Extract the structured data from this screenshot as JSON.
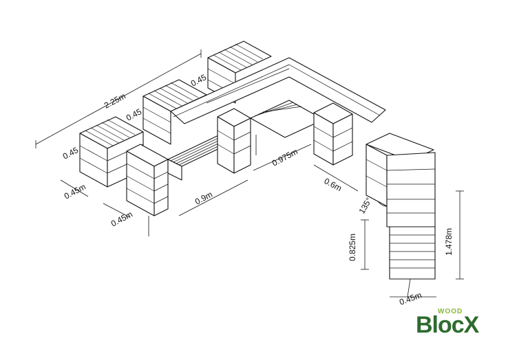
{
  "diagram": {
    "dimensions": [
      "2.25m",
      "0.45m",
      "0.45m",
      "0.45m",
      "0.45m",
      "0.45m",
      "0.9m",
      "0.975m",
      "0.6m",
      "135°",
      "0.825m",
      "1.478m",
      "0.45m"
    ],
    "labels": {
      "overall_length": "2.25m",
      "seat_depth_top": "0.45",
      "seat_depth_mid": "0.45",
      "seat_depth_left": "0.45",
      "block_width_a": "0.45m",
      "block_width_b": "0.45m",
      "bench_length": "0.9m",
      "back_bench_length": "0.975m",
      "arm_length": "0.6m",
      "angle": "135°",
      "height_low": "0.825m",
      "height_total": "1.478m",
      "end_width": "0.45m"
    }
  },
  "logo": {
    "small": "WOOD",
    "main": "BlocX",
    "color_green": "#2f6b2f",
    "color_light": "#8ab83a"
  }
}
